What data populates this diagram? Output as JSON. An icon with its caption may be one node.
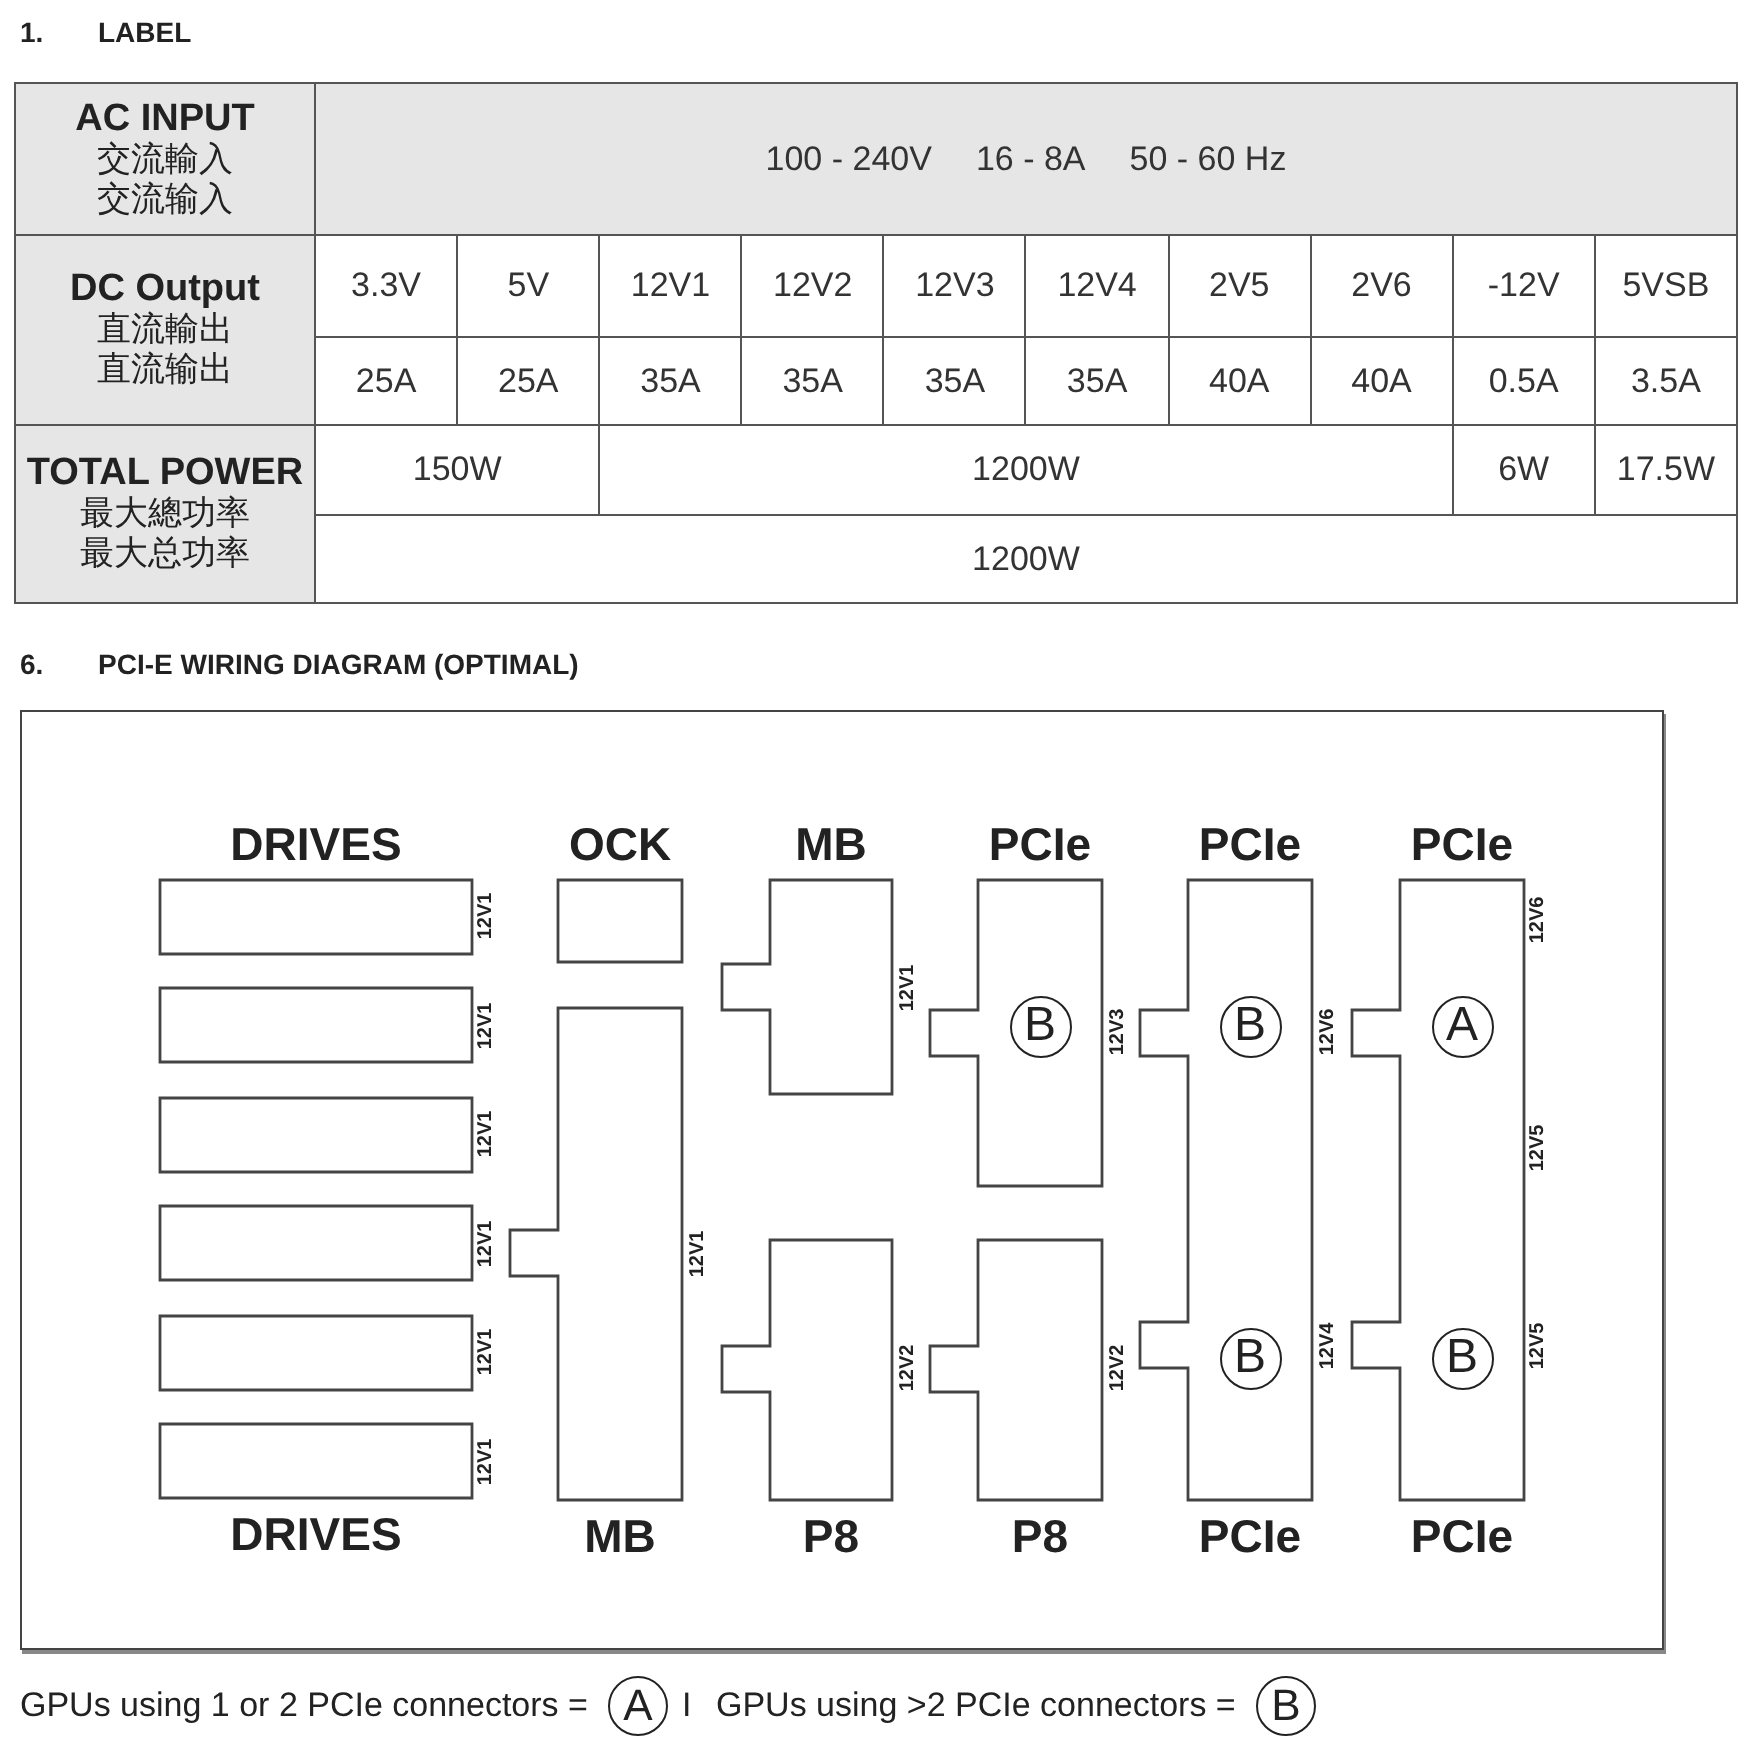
{
  "diagram": {
    "nodes": [
      {
        "text": [
          "DRIVES"
        ],
        "beside": [
          "12V1"
        ]
      },
      {
        "text": [],
        "shape": "box",
        "beside": [
          "12V1"
        ]
      },
      {
        "text": [],
        "shape": "box",
        "beside": [
          "12V1"
        ]
      },
      {
        "text": [],
        "shape": "box",
        "beside": [
          "12V1"
        ]
      },
      {
        "text": [],
        "shape": "box",
        "beside": [
          "12V1"
        ]
      },
      {
        "text": [
          "DRIVES"
        ],
        "beside": [
          "12V1"
        ]
      },
      {
        "text": [
          "OCK"
        ]
      },
      {
        "text": [
          "MB"
        ],
        "beside": [
          "12V1"
        ]
      },
      {
        "text": [
          "MB"
        ],
        "beside": [
          "12V1"
        ]
      },
      {
        "text": [
          "P8"
        ],
        "beside": [
          "12V2"
        ]
      },
      {
        "text": [
          "PCIe"
        ],
        "beside": [
          "12V3"
        ]
      },
      {
        "text": [
          "B"
        ],
        "in": 10
      },
      {
        "text": [
          "P8"
        ],
        "beside": [
          "12V2"
        ]
      },
      {
        "text": [
          "PCIe",
          "PCIe"
        ],
        "beside": [
          "12V6",
          "12V4"
        ]
      },
      {
        "text": [
          "B"
        ],
        "in": 13
      },
      {
        "text": [
          "B"
        ],
        "in": 13
      },
      {
        "text": [
          "PCIe",
          "PCIe"
        ],
        "beside": [
          "12V6",
          "12V5",
          "12V5"
        ]
      },
      {
        "text": [
          "A"
        ],
        "in": 16
      },
      {
        "text": [
          "B"
        ],
        "in": 16
      },
      {
        "text": [
          "A"
        ]
      },
      {
        "text": [
          "B"
        ]
      }
    ],
    "labels": [
      "1.",
      "LABEL",
      "AC INPUT",
      "交流輸入",
      "交流输入",
      "100 - 240V",
      "16 - 8A",
      "50 - 60 Hz",
      "DC Output",
      "直流輸出",
      "直流输出",
      "3.3V",
      "5V",
      "12V1",
      "12V2",
      "12V3",
      "12V4",
      "2V5",
      "2V6",
      "-12V",
      "5VSB",
      "25A",
      "25A",
      "35A",
      "35A",
      "35A",
      "35A",
      "40A",
      "40A",
      "0.5A",
      "3.5A",
      "TOTAL POWER",
      "最大總功率",
      "最大总功率",
      "150W",
      "1200W",
      "6W",
      "17.5W",
      "1200W",
      "6.",
      "PCI-E WIRING DIAGRAM (OPTIMAL)",
      "GPUs using 1 or 2 PCIe connectors =",
      "I",
      "GPUs using >2 PCIe connectors ="
    ]
  }
}
